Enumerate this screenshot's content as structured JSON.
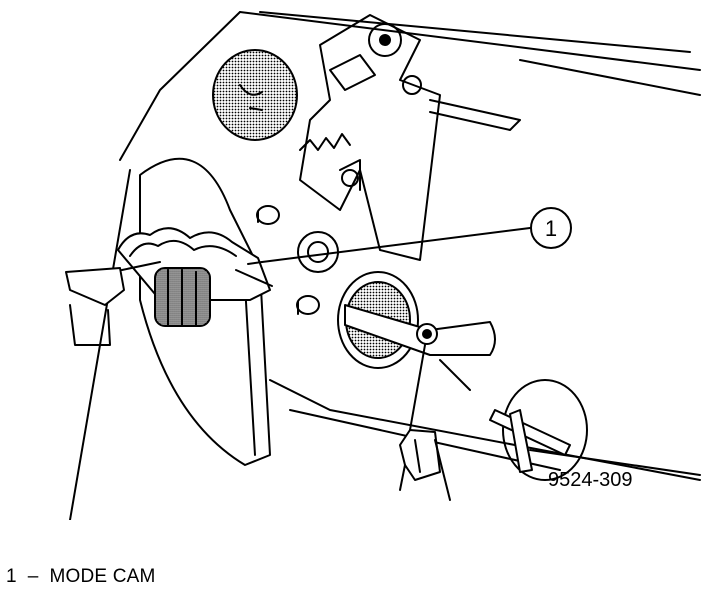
{
  "figure": {
    "figure_id": "9524-309",
    "callouts": [
      {
        "number": "1",
        "label": "MODE CAM"
      }
    ]
  },
  "caption": {
    "text": "1  –  MODE CAM"
  },
  "colors": {
    "ink": "#000000",
    "paper": "#ffffff",
    "halftone": "#9a9a9a"
  }
}
